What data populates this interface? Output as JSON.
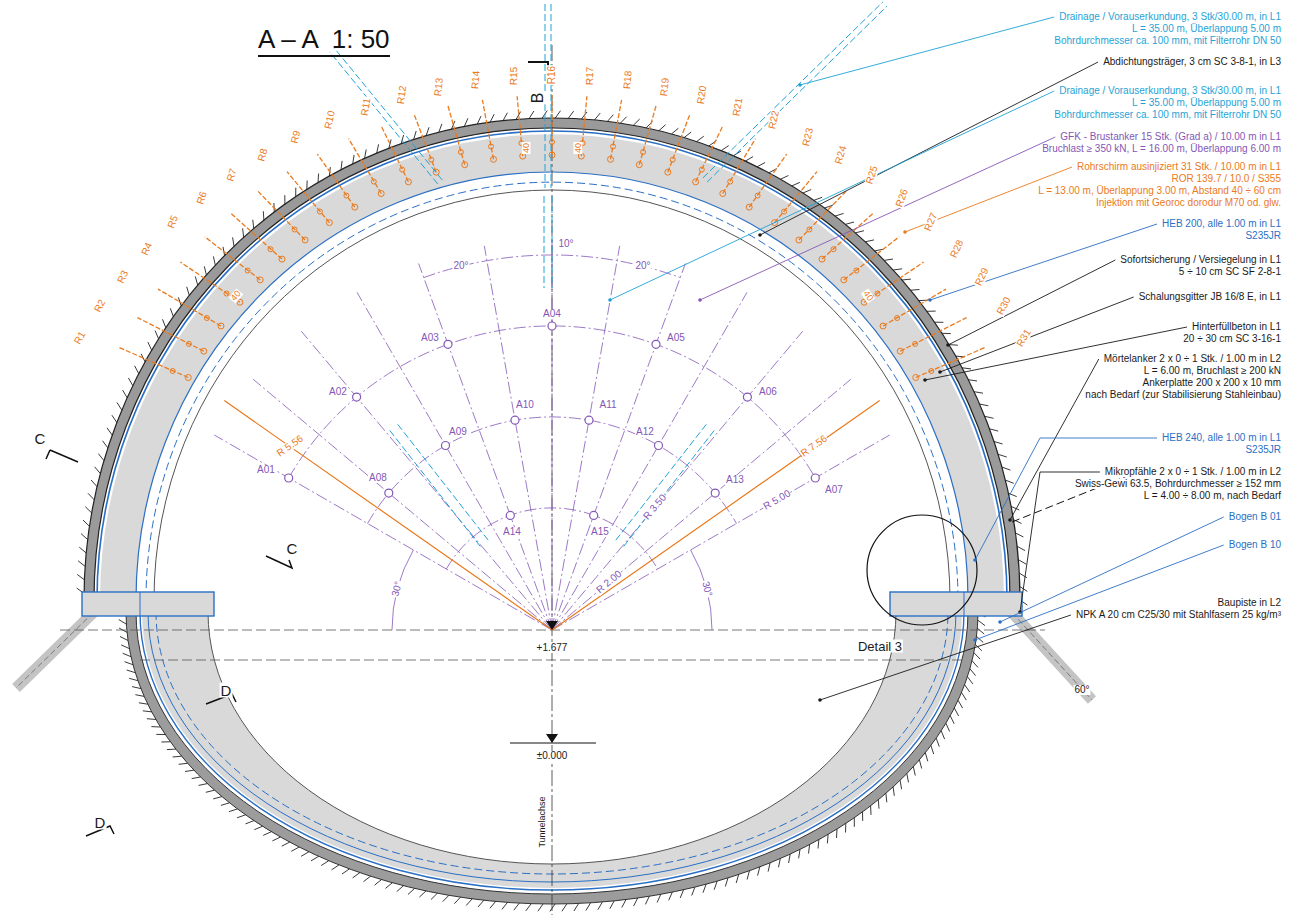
{
  "diagram": {
    "title": "A – A  1: 50",
    "labels": [
      "B",
      "R1",
      "R2",
      "R3",
      "R4",
      "R5",
      "R6",
      "R7",
      "R8",
      "R9",
      "R10",
      "R11",
      "R12",
      "R13",
      "R14",
      "R15",
      "R16",
      "R17",
      "R18",
      "R19",
      "R20",
      "R21",
      "R22",
      "R23",
      "R24",
      "R25",
      "R26",
      "R27",
      "R28",
      "R29",
      "R30",
      "R31",
      "A01",
      "A02",
      "A03",
      "A04",
      "A05",
      "A06",
      "A07",
      "A08",
      "A09",
      "A10",
      "A11",
      "A12",
      "A13",
      "A14",
      "A15",
      "Drainage / Vorauserkundung, 3 Stk/30.00 m, in L1",
      "L = 35.00 m, Überlappung 5.00 m",
      "Bohrdurchmesser ca. 100 mm, mit Filterrohr DN 50",
      "Abdichtungsträger, 3 cm SC 3-8-1, in L3",
      "Drainage / Vorauserkundung, 3 Stk/30.00 m, in L1",
      "L = 35.00 m, Überlappung 5.00 m",
      "Bohrdurchmesser ca. 100 mm, mit Filterrohr DN 50",
      "GFK - Brustanker 15 Stk. (Grad a) / 10.00 m in L1",
      "Bruchlast ≥ 350 kN, L = 16.00 m, Überlappung 6.00 m",
      "Rohrschirm ausinjiziert 31 Stk. / 10.00 m in L1",
      "ROR 139.7 / 10.0 / S355",
      "L = 13.00 m, Überlappung 3.00 m, Abstand 40 ÷ 60 cm",
      "Injektion mit Georoc dorodur M70 od. glw.",
      "HEB 200, alle 1.00 m in L1",
      "S235JR",
      "Sofortsicherung / Versiegelung in L1",
      "5 ÷ 10 cm SC SF 2-8-1",
      "Schalungsgitter JB 16/8 E, in L1",
      "Hinterfüllbeton in L1",
      "20 ÷ 30 cm SC 3-16-1",
      "Mörtelanker 2 x 0 ÷ 1 Stk. / 1.00 m in L2",
      "L = 6.00 m, Bruchlast ≥ 200 kN",
      "Ankerplatte 200 x 200 x 10 mm",
      "nach Bedarf (zur Stabilisierung Stahleinbau)",
      "HEB 240, alle 1.00 m in L1",
      "S235JR",
      "Mikropfähle 2 x 0 ÷ 1 Stk. / 1.00 m in L2",
      "Swiss-Gewi 63.5, Bohrdurchmesser ≥ 152 mm",
      "L = 4.00 ÷ 8.00 m, nach Bedarf",
      "Bogen B 01",
      "Bogen B 10",
      "Baupiste in L2",
      "NPK A 20 cm C25/30 mit Stahlfasern 25 kg/m³",
      "C",
      "C",
      "D",
      "D",
      "R 5.56",
      "R 7.56",
      "R 3.50",
      "R 2.00",
      "R 5.00",
      "10°",
      "20°",
      "20°",
      "30°",
      "30°",
      "40",
      "40",
      "40",
      "40",
      "60°",
      "+1.677",
      "±0.000",
      "Tunnelachse",
      "Detail 3"
    ]
  }
}
